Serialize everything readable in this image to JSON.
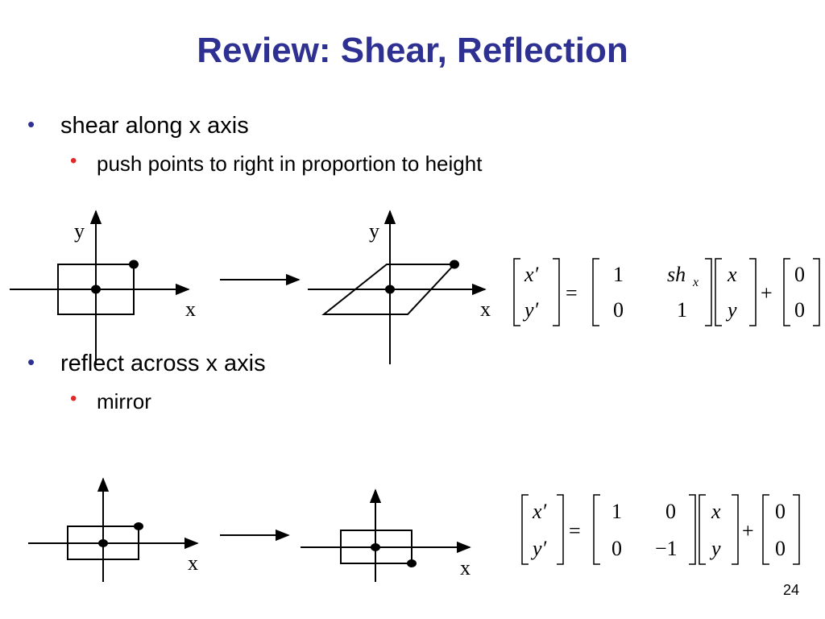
{
  "slide": {
    "title": "Review: Shear, Reflection",
    "number": "24"
  },
  "colors": {
    "title": "#2e3192",
    "bullet_level1": "#2e3192",
    "bullet_level2": "#e32626"
  },
  "bullets": [
    {
      "text": "shear along x axis",
      "sub": "push points to right in proportion to height"
    },
    {
      "text": "reflect across x axis",
      "sub": "mirror"
    }
  ],
  "bullet_symbol": "•",
  "axis_labels": {
    "x": "x",
    "y": "y"
  },
  "shear_equation": {
    "lhs": [
      "x′",
      "y′"
    ],
    "equals": "=",
    "matrix": [
      [
        "1",
        "sh"
      ],
      [
        "0",
        "1"
      ]
    ],
    "sh_subscript": "x",
    "vec": [
      "x",
      "y"
    ],
    "plus": "+",
    "offset": [
      "0",
      "0"
    ]
  },
  "reflect_equation": {
    "lhs": [
      "x′",
      "y′"
    ],
    "equals": "=",
    "matrix": [
      [
        "1",
        "0"
      ],
      [
        "0",
        "−1"
      ]
    ],
    "vec": [
      "x",
      "y"
    ],
    "plus": "+",
    "offset": [
      "0",
      "0"
    ]
  }
}
